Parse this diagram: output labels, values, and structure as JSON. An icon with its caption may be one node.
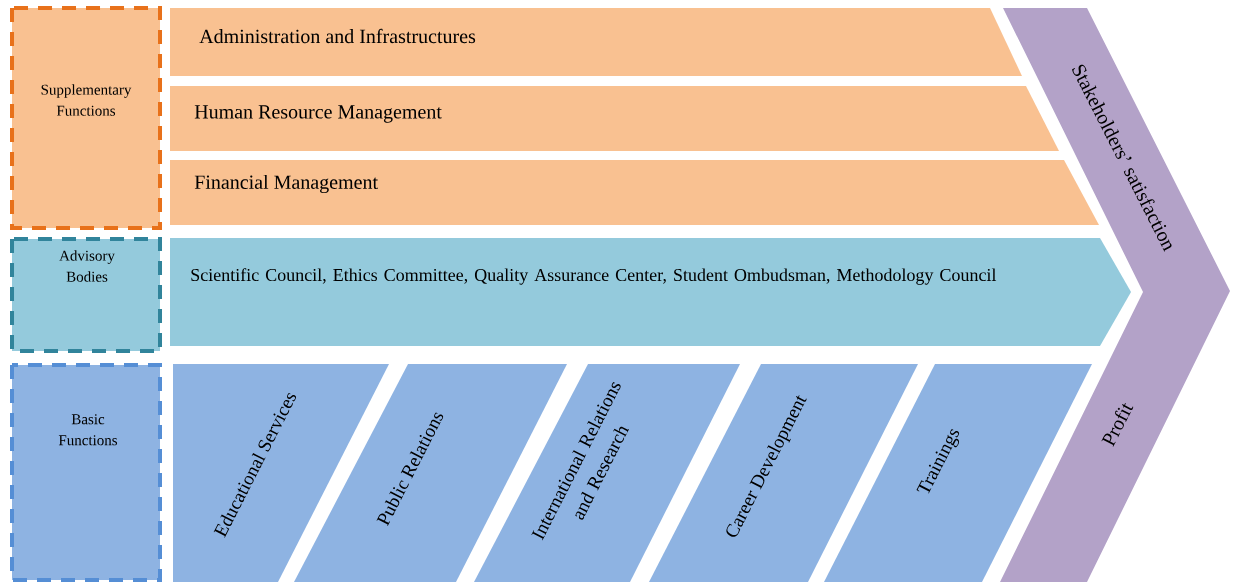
{
  "diagram": {
    "nodes": [
      {
        "text": [
          "Supplementary Functions"
        ]
      },
      {
        "text": [
          "Administration and Infrastructures"
        ]
      },
      {
        "text": [
          "Human Resource Management"
        ]
      },
      {
        "text": [
          "Financial Management"
        ]
      },
      {
        "text": [
          "Advisory Bodies"
        ]
      },
      {
        "text": [
          "Scientific Council, Ethics Committee, Quality Assurance Center, Student Ombudsman, Methodology Council"
        ]
      },
      {
        "text": [
          "Basic Functions"
        ]
      },
      {
        "text": [
          "Educational Services"
        ]
      },
      {
        "text": [
          "Public Relations"
        ]
      },
      {
        "text": [
          "International Relations and Research"
        ]
      },
      {
        "text": [
          "Career Development"
        ]
      },
      {
        "text": [
          "Trainings"
        ]
      },
      {
        "text": [
          "Stakeholders’ satisfaction",
          "Profit"
        ]
      }
    ]
  }
}
